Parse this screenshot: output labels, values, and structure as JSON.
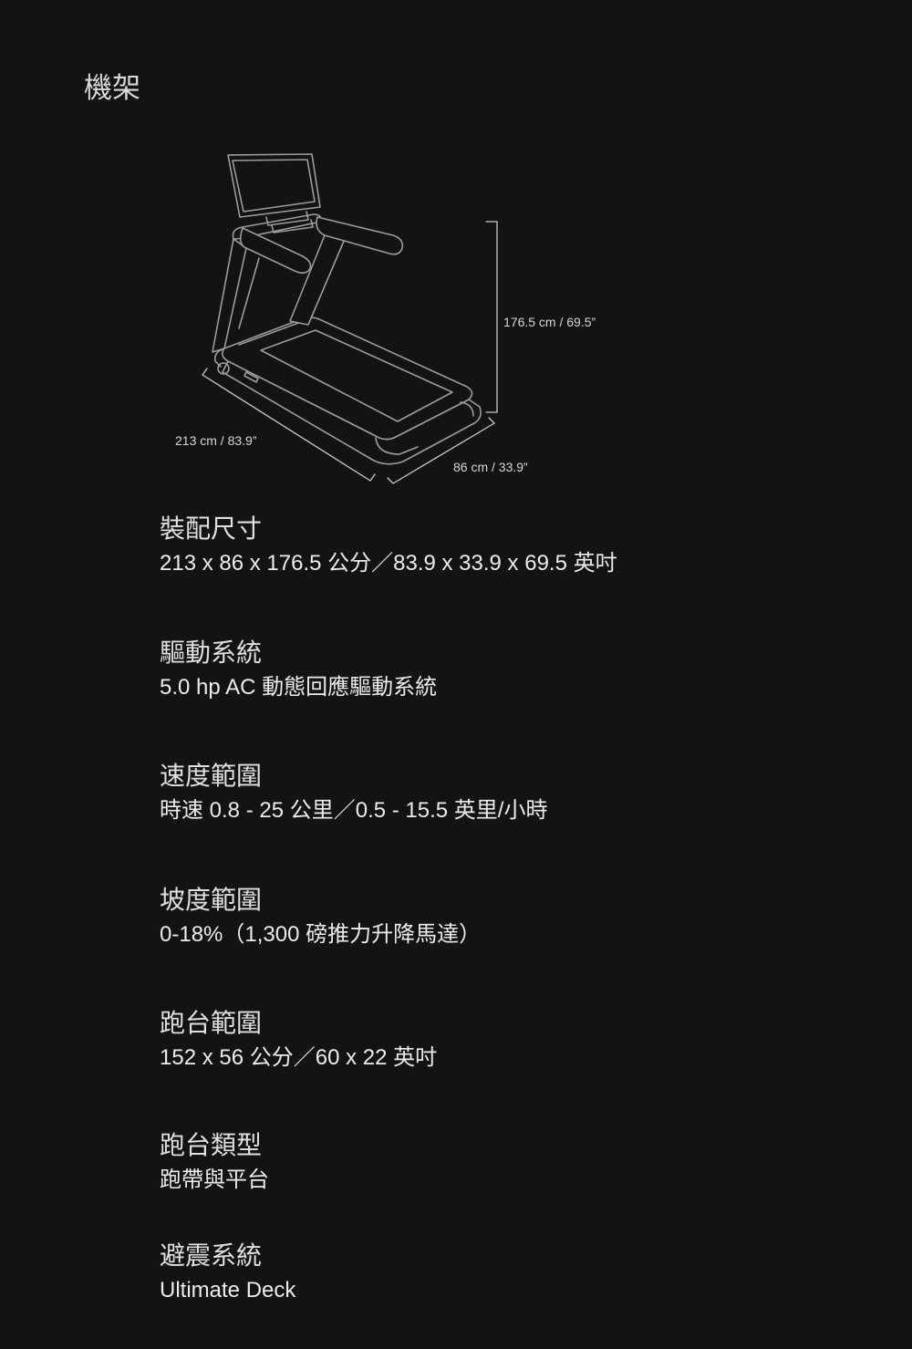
{
  "section_title": "機架",
  "diagram": {
    "height_label": "176.5 cm / 69.5”",
    "length_label": "213 cm / 83.9”",
    "width_label": "86 cm / 33.9”"
  },
  "specs": [
    {
      "label": "裝配尺寸",
      "value": "213 x 86 x 176.5 公分／83.9 x 33.9 x 69.5 英吋"
    },
    {
      "label": "驅動系統",
      "value": "5.0 hp AC 動態回應驅動系統"
    },
    {
      "label": "速度範圍",
      "value": "時速 0.8 - 25 公里／0.5 - 15.5 英里/小時"
    },
    {
      "label": "坡度範圍",
      "value": "0-18%（1,300 磅推力升降馬達）"
    },
    {
      "label": "跑台範圍",
      "value": "152 x 56 公分／60 x 22 英吋"
    },
    {
      "label": "跑台類型",
      "value": "跑帶與平台"
    },
    {
      "label": "避震系統",
      "value": "Ultimate Deck"
    }
  ]
}
